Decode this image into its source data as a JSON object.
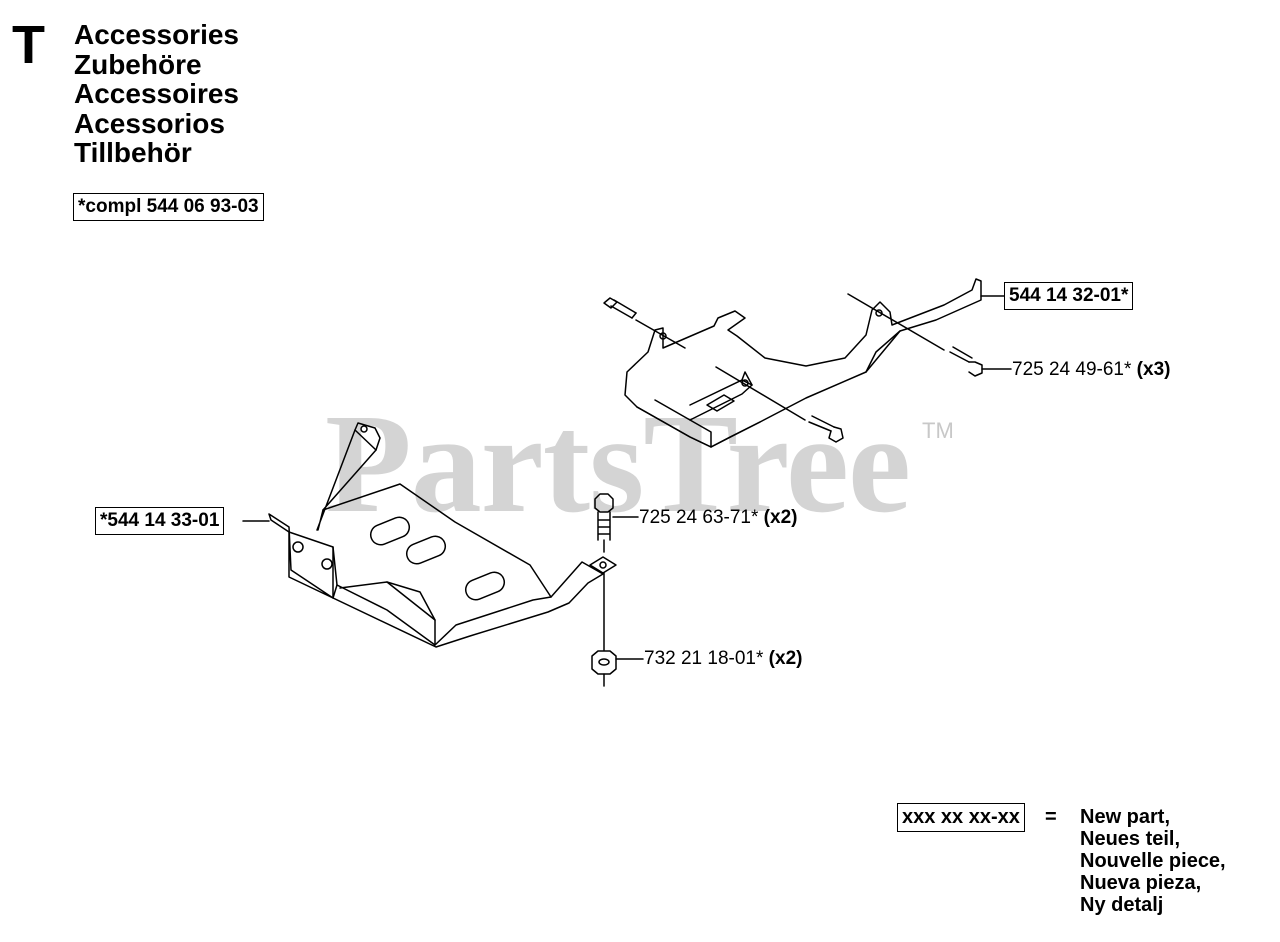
{
  "header": {
    "section_letter": "T",
    "titles": [
      "Accessories",
      "Zubehöre",
      "Accessoires",
      "Acessorios",
      "Tillbehör"
    ],
    "complete_kit": "*compl 544 06 93-03"
  },
  "watermark": {
    "text": "PartsTree",
    "tm": "TM"
  },
  "parts": {
    "right_bracket": "544 14 32-01*",
    "right_bolt_number": "725 24 49-61*",
    "right_bolt_qty": "(x3)",
    "left_bracket": "*544 14 33-01",
    "center_bolt_number": "725 24 63-71*",
    "center_bolt_qty": "(x2)",
    "nut_number": "732 21 18-01*",
    "nut_qty": "(x2)"
  },
  "legend": {
    "sample": "xxx xx xx-xx",
    "equals": "=",
    "lines": [
      "New part,",
      "Neues teil,",
      "Nouvelle piece,",
      "Nueva pieza,",
      "Ny detalj"
    ]
  }
}
